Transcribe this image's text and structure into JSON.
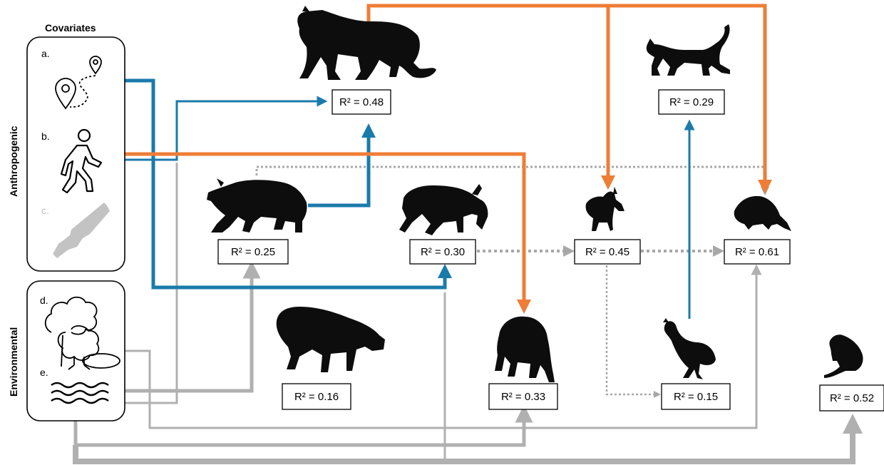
{
  "covariates": {
    "heading": "Covariates",
    "anthropogenic_label": "Anthropogenic",
    "environmental_label": "Environmental",
    "items": [
      {
        "letter": "a.",
        "icon": "route-map-pins-icon"
      },
      {
        "letter": "b.",
        "icon": "walking-person-icon"
      },
      {
        "letter": "c.",
        "icon": "shotgun-icon"
      },
      {
        "letter": "d.",
        "icon": "trees-icon"
      },
      {
        "letter": "e.",
        "icon": "water-waves-icon"
      }
    ]
  },
  "species": [
    {
      "id": "leopard",
      "icon": "leopard-icon",
      "r2": "R² = 0.48"
    },
    {
      "id": "golden-cat",
      "icon": "golden-cat-icon",
      "r2": "R² = 0.29"
    },
    {
      "id": "red-river-hog",
      "icon": "red-river-hog-icon",
      "r2": "R² = 0.25"
    },
    {
      "id": "sitatunga",
      "icon": "sitatunga-icon",
      "r2": "R² = 0.30"
    },
    {
      "id": "blue-duiker",
      "icon": "blue-duiker-icon",
      "r2": "R² = 0.45"
    },
    {
      "id": "pangolin",
      "icon": "pangolin-icon",
      "r2": "R² = 0.61"
    },
    {
      "id": "water-chevrotain",
      "icon": "water-chevrotain-icon",
      "r2": "R² = 0.16"
    },
    {
      "id": "chimpanzee",
      "icon": "chimpanzee-icon",
      "r2": "R² = 0.33"
    },
    {
      "id": "guineafowl",
      "icon": "guineafowl-icon",
      "r2": "R² = 0.15"
    },
    {
      "id": "rat",
      "icon": "rat-icon",
      "r2": "R² = 0.52"
    }
  ],
  "colors": {
    "positive": "#1a7bab",
    "negative": "#ee7d36",
    "environmental": "#b0b0b0",
    "dotted": "#a8a8a8",
    "hunting_icon": "#c3c3c3"
  }
}
